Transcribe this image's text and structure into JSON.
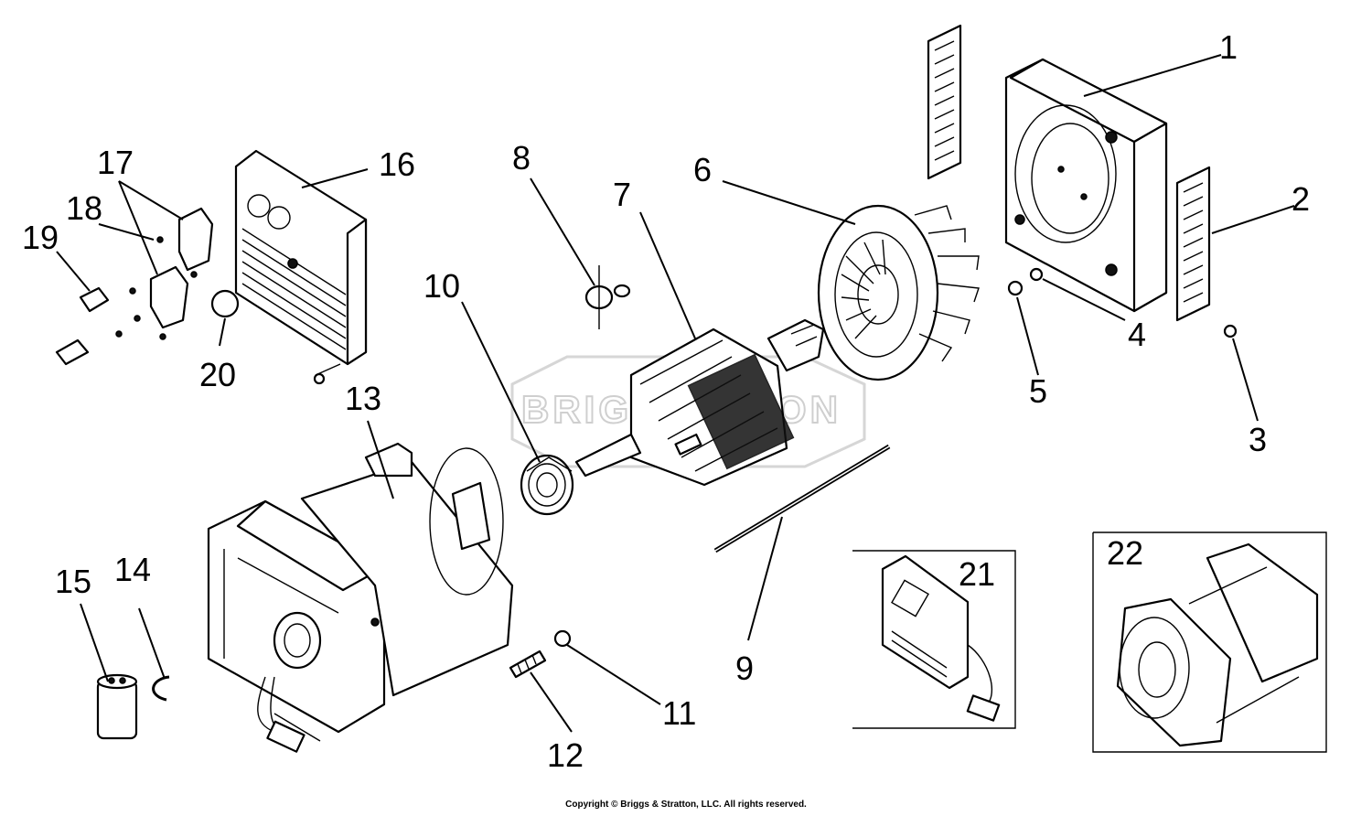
{
  "watermark": {
    "text": "BRIGGS & STRATTON",
    "visible_fragments": [
      "BRIG",
      "TON"
    ]
  },
  "callouts": [
    "1",
    "2",
    "3",
    "4",
    "5",
    "6",
    "7",
    "8",
    "9",
    "10",
    "11",
    "12",
    "13",
    "14",
    "15",
    "16",
    "17",
    "18",
    "19",
    "20",
    "21",
    "22"
  ],
  "copyright": "Copyright © Briggs & Stratton, LLC. All rights reserved.",
  "colors": {
    "line": "#000000",
    "background": "#ffffff",
    "watermark": "#cfcfcf"
  }
}
